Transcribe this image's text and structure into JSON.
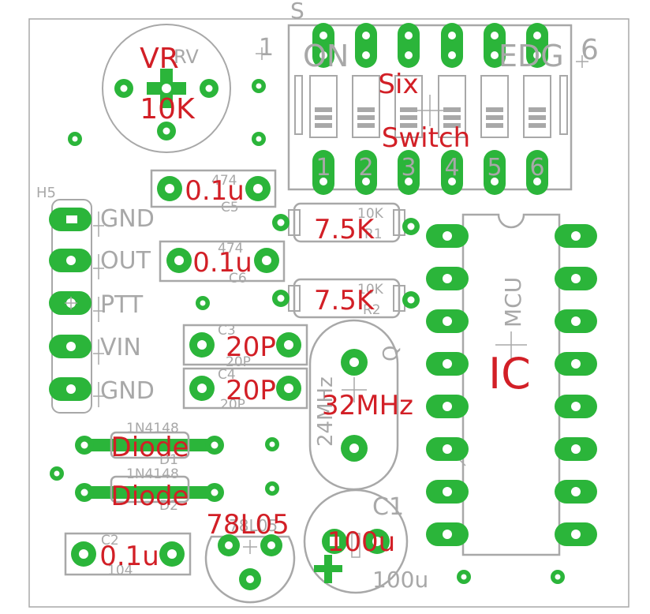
{
  "colors": {
    "pad": "#2bb53a",
    "silk": "#a8a8a8",
    "label": "#d21f26",
    "hole": "#ffffff",
    "board": "#ffffff"
  },
  "silk_text": {
    "s": "S",
    "one": "1",
    "six": "6",
    "on": "ON",
    "edg": "EDG",
    "h5": "H5",
    "gnd_top": "GND",
    "out": "OUT",
    "ptt": "PTT",
    "vin": "VIN",
    "gnd_bottom": "GND",
    "mcu": "MCU",
    "q": "Q",
    "hz": "24MHz",
    "c1": "C1",
    "c1_value": "100u",
    "diode1_part": "1N4148",
    "diode1_ref": "D1",
    "diode2_part": "1N4148",
    "diode2_ref": "D2",
    "c2": "C2",
    "c2_code": "104",
    "r1_value": "10K",
    "r1_ref": "R1",
    "r2_value": "10K",
    "r2_ref": "R2",
    "c5_code": "474",
    "c5_ref": "C5",
    "c6_code": "474",
    "c6_ref": "C6",
    "c3_ref": "C3",
    "c3_code": "20P",
    "c4_ref": "C4",
    "c4_code": "20P",
    "vr_ref": "RV",
    "v78": "78L05",
    "switch_nums": [
      "1",
      "2",
      "3",
      "4",
      "5",
      "6"
    ]
  },
  "labels": {
    "vr": "VR",
    "vr_value": "10K",
    "c5": "0.1u",
    "c6": "0.1u",
    "r1": "7.5K",
    "r2": "7.5K",
    "c3": "20P",
    "c4": "20P",
    "crystal": "32MHz",
    "ic": "IC",
    "diode1": "Diode",
    "diode2": "Diode",
    "regulator": "78L05",
    "c1": "100u",
    "c2": "0.1u",
    "six": "Six",
    "switch": "Switch"
  }
}
